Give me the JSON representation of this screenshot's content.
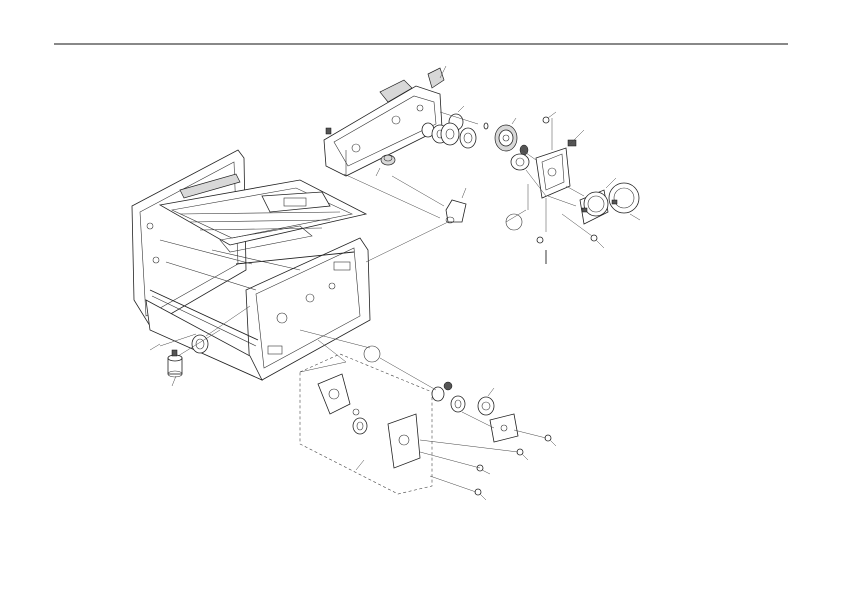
{
  "page": {
    "background": "#ffffff",
    "line_color": "#222222"
  },
  "diagram": {
    "kind": "exploded-parts-view",
    "groups": [
      {
        "id": "main-frame",
        "icon": "frame-assembly-drawing"
      },
      {
        "id": "drive-bracket",
        "icon": "bracket-assembly-drawing"
      },
      {
        "id": "gear-train",
        "icon": "gear-drawing"
      },
      {
        "id": "motor-unit",
        "icon": "motor-drawing"
      },
      {
        "id": "lower-gear-unit",
        "icon": "gear-housing-drawing"
      },
      {
        "id": "left-side-parts",
        "icon": "roller-drawing"
      }
    ]
  }
}
